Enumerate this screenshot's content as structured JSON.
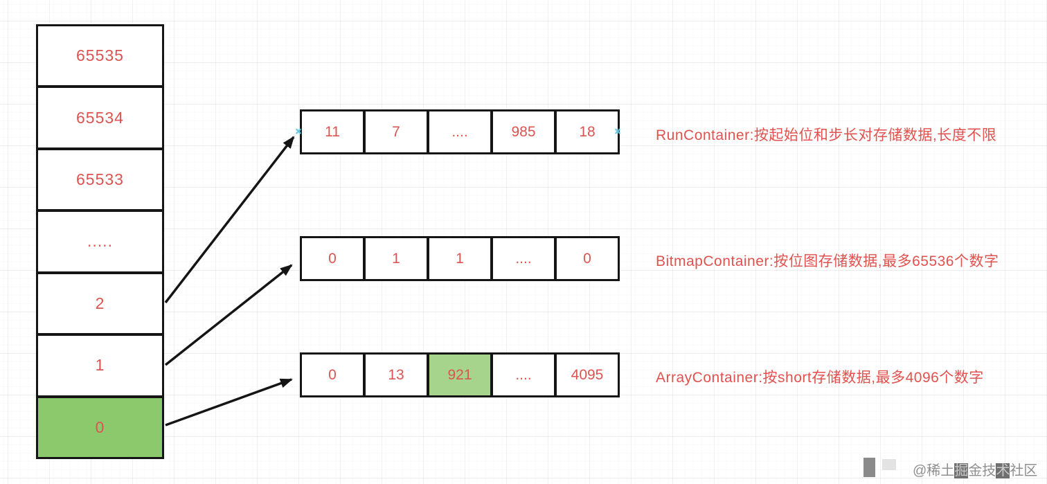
{
  "colors": {
    "cell_text_red": "#dc5451",
    "label_red": "#e2514e",
    "stack_highlight_green": "#8cc96d",
    "cell_highlight_green": "#a6d48c",
    "border_black": "#151515",
    "endpoint_handle_cyan": "#62c6de",
    "watermark_gray": "#8f8f8f"
  },
  "icons": {
    "endpoint_marker": "✕"
  },
  "stack": {
    "cells": [
      {
        "label": "65535"
      },
      {
        "label": "65534"
      },
      {
        "label": "65533"
      },
      {
        "label": "....."
      },
      {
        "label": "2"
      },
      {
        "label": "1"
      },
      {
        "label": "0"
      }
    ]
  },
  "rows": [
    {
      "name": "RunContainer",
      "cells": [
        "11",
        "7",
        "....",
        "985",
        "18"
      ],
      "label": "RunContainer:按起始位和步长对存储数据,长度不限"
    },
    {
      "name": "BitmapContainer",
      "cells": [
        "0",
        "1",
        "1",
        "....",
        "0"
      ],
      "label": "BitmapContainer:按位图存储数据,最多65536个数字"
    },
    {
      "name": "ArrayContainer",
      "cells": [
        "0",
        "13",
        "921",
        "....",
        "4095"
      ],
      "label": "ArrayContainer:按short存储数据,最多4096个数字"
    }
  ],
  "watermark": {
    "prefix": "@稀土",
    "dark1": "掘",
    "mid": "金技",
    "dark2": "术",
    "suffix": "社区"
  }
}
